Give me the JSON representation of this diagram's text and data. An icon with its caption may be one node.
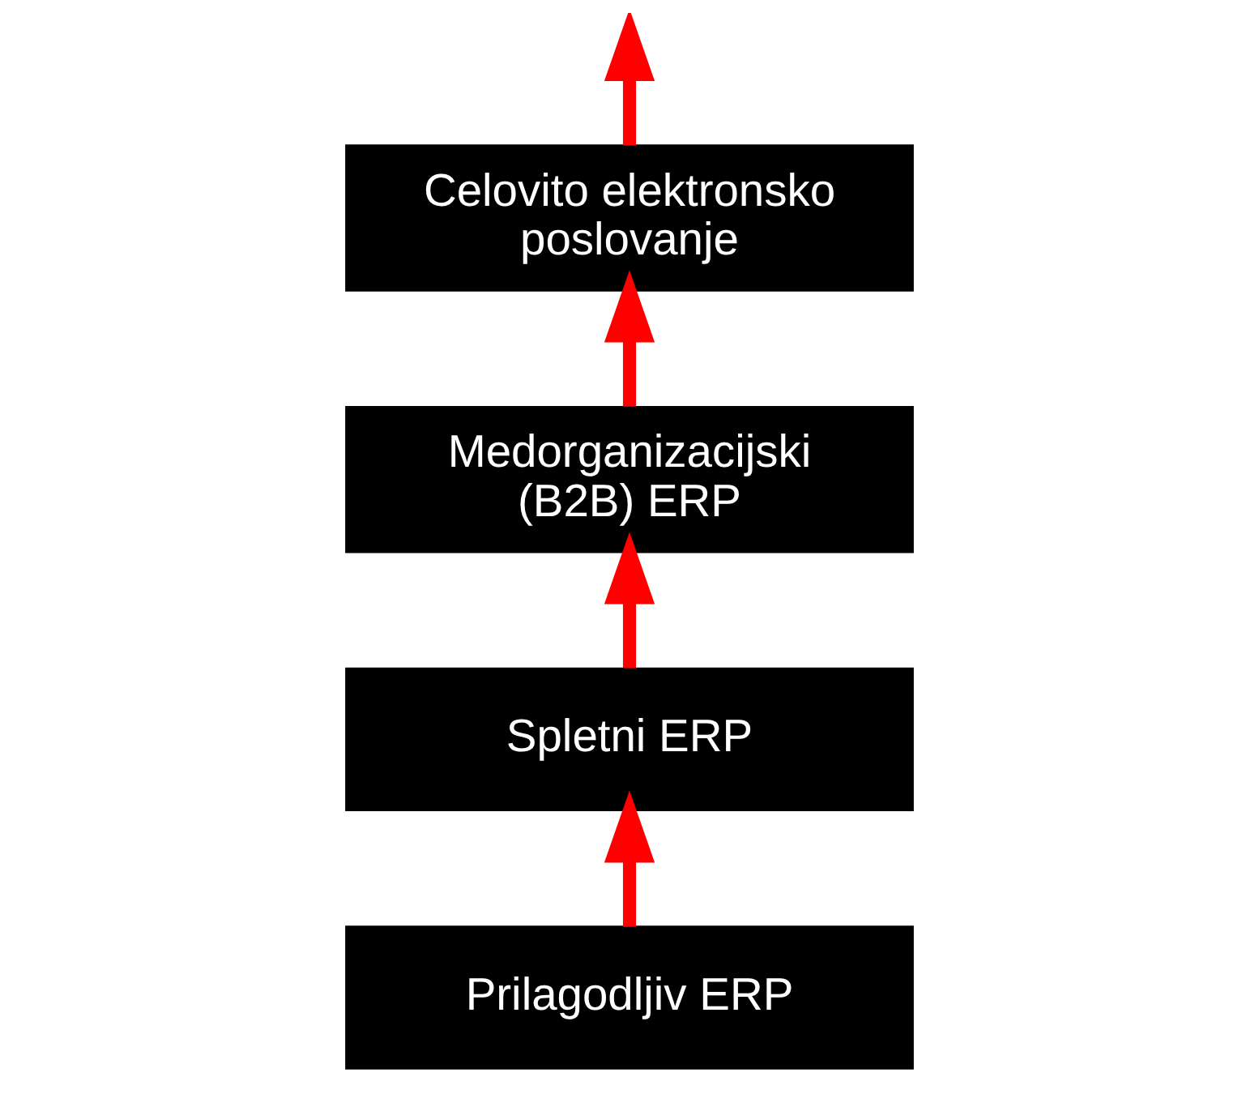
{
  "diagram": {
    "nodes": [
      {
        "text": [
          "Prilagodljiv ERP"
        ]
      },
      {
        "text": [
          "Spletni ERP"
        ]
      },
      {
        "text": [
          "Medorganizacijski (B2B) ERP"
        ]
      },
      {
        "text": [
          "Celovito elektronsko poslovanje"
        ]
      }
    ],
    "edges": [
      {
        "from": 0,
        "to": 1,
        "arrow": "to"
      },
      {
        "from": 1,
        "to": 2,
        "arrow": "to"
      },
      {
        "from": 2,
        "to": 3,
        "arrow": "to"
      },
      {
        "from": 3,
        "to": null,
        "arrow": "to"
      }
    ]
  }
}
